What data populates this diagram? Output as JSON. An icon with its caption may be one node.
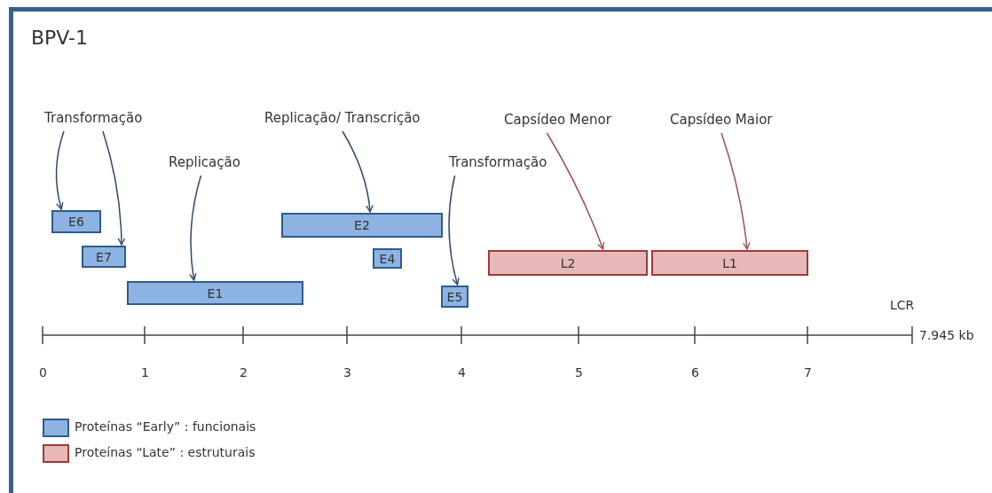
{
  "diagram": {
    "title": "BPV-1",
    "nodes": [
      {
        "text": [
          "Transformação"
        ]
      },
      {
        "text": [
          "Replicação/ Transcrição"
        ]
      },
      {
        "text": [
          "Capsídeo Menor"
        ]
      },
      {
        "text": [
          "Capsídeo Maior"
        ]
      },
      {
        "text": [
          "Replicação"
        ]
      },
      {
        "text": [
          "Transformação"
        ]
      },
      {
        "text": [
          "E6"
        ]
      },
      {
        "text": [
          "E2"
        ]
      },
      {
        "text": [
          "E7"
        ]
      },
      {
        "text": [
          "E4"
        ]
      },
      {
        "text": [
          "L2"
        ]
      },
      {
        "text": [
          "L1"
        ]
      },
      {
        "text": [
          "E1"
        ]
      },
      {
        "text": [
          "E5"
        ]
      }
    ],
    "edges": [
      {
        "from": 0,
        "to": 6,
        "arrow": "to"
      },
      {
        "from": 0,
        "to": 8,
        "arrow": "to"
      },
      {
        "from": 4,
        "to": 12,
        "arrow": "to"
      },
      {
        "from": 1,
        "to": 7,
        "arrow": "to"
      },
      {
        "from": 5,
        "to": 13,
        "arrow": "to"
      },
      {
        "from": 2,
        "to": 10,
        "arrow": "to",
        "color": "#a0504d"
      },
      {
        "from": 3,
        "to": 11,
        "arrow": "to",
        "color": "#a0504d"
      }
    ],
    "labels": [
      "LCR",
      "7.945 kb",
      "0",
      "1",
      "2",
      "3",
      "4",
      "5",
      "6",
      "7"
    ],
    "legend": [
      {
        "text": "Proteínas “Early” : funcionais",
        "color": "#8db3e2"
      },
      {
        "text": "Proteínas “Late” : estruturais",
        "color": "#e6b9b8"
      }
    ]
  }
}
